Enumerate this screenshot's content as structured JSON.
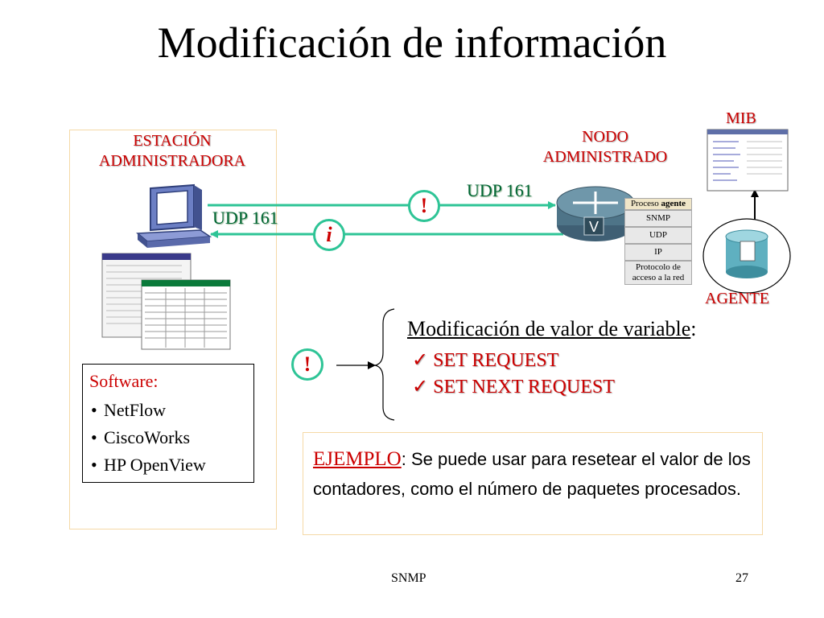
{
  "title": "Modificación de información",
  "station": {
    "label_line1": "ESTACIÓN",
    "label_line2": "ADMINISTRADORA",
    "software_title": "Software:",
    "software_items": [
      "NetFlow",
      "CiscoWorks",
      "HP OpenView"
    ]
  },
  "node": {
    "label_line1": "NODO",
    "label_line2": "ADMINISTRADO",
    "router_letter": "V"
  },
  "mib_label": "MIB",
  "agent_label": "AGENTE",
  "udp_left": "UDP 161",
  "udp_right": "UDP 161",
  "alert_symbol": "!",
  "info_symbol": "i",
  "stack": {
    "header_prefix": "Proceso ",
    "header_bold": "agente",
    "layers": [
      "SNMP",
      "UDP",
      "IP",
      "Protocolo de acceso a la red"
    ]
  },
  "modification": {
    "title": "Modificación de valor de variable",
    "colon": ":",
    "items": [
      "SET REQUEST",
      "SET NEXT REQUEST"
    ],
    "check": "✓"
  },
  "example": {
    "label": "EJEMPLO",
    "text": ": Se puede usar para resetear el valor de los contadores, como el número de paquetes procesados."
  },
  "footer": {
    "left": "SNMP",
    "page": "27"
  },
  "colors": {
    "accent_red": "#cc0000",
    "arrow_green": "#2ec496",
    "udp_green": "#006633",
    "box_border": "#f5d9a6"
  }
}
